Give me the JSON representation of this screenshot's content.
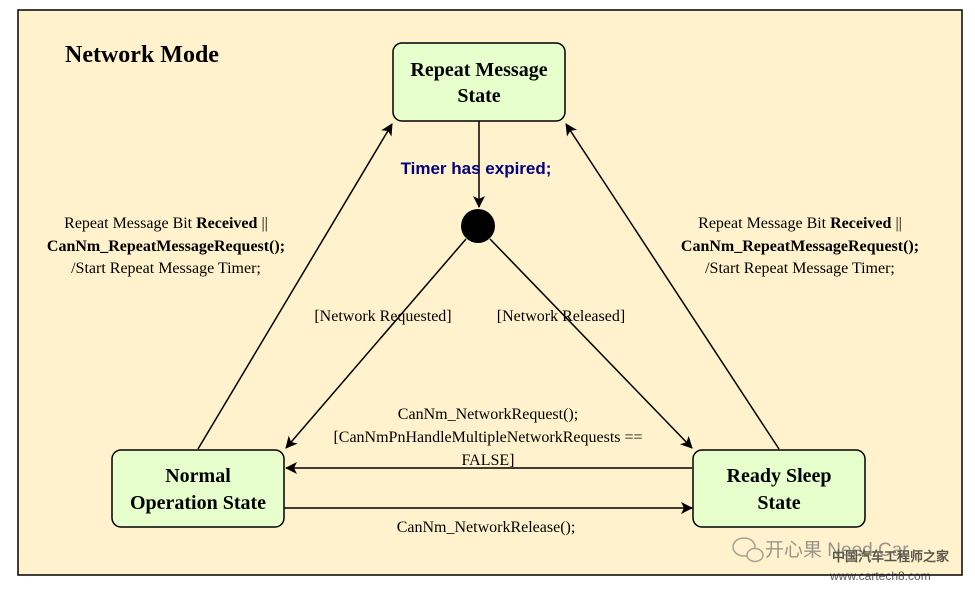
{
  "diagram": {
    "title": "Network Mode",
    "states": {
      "repeat_message": {
        "line1": "Repeat Message",
        "line2": "State"
      },
      "normal_operation": {
        "line1": "Normal",
        "line2": "Operation State"
      },
      "ready_sleep": {
        "line1": "Ready Sleep",
        "line2": "State"
      }
    },
    "transitions": {
      "timer_expired": "Timer has expired;",
      "network_requested": "[Network Requested]",
      "network_released": "[Network Released]",
      "left_repeat": {
        "line1_prefix": "Repeat Message Bit ",
        "line1_bold": "Received",
        "line1_suffix": " ||",
        "line2": "CanNm_RepeatMessageRequest();",
        "line3": "/Start Repeat Message Timer;"
      },
      "right_repeat": {
        "line1_prefix": "Repeat Message Bit ",
        "line1_bold": "Received",
        "line1_suffix": " ||",
        "line2": "CanNm_RepeatMessageRequest();",
        "line3": "/Start Repeat Message Timer;"
      },
      "network_request": {
        "line1": "CanNm_NetworkRequest();",
        "line2": "[CanNmPnHandleMultipleNetworkRequests ==",
        "line3": "FALSE]"
      },
      "network_release": "CanNm_NetworkRelease();"
    },
    "watermark": {
      "text": "开心果 Need Car",
      "site_cn": "中国汽车工程师之家",
      "site_url": "www.cartech8.com"
    },
    "colors": {
      "frame_fill": "#fff2cc",
      "state_fill": "#e6ffcc",
      "timer_text": "#000080",
      "stroke": "#000000"
    }
  }
}
